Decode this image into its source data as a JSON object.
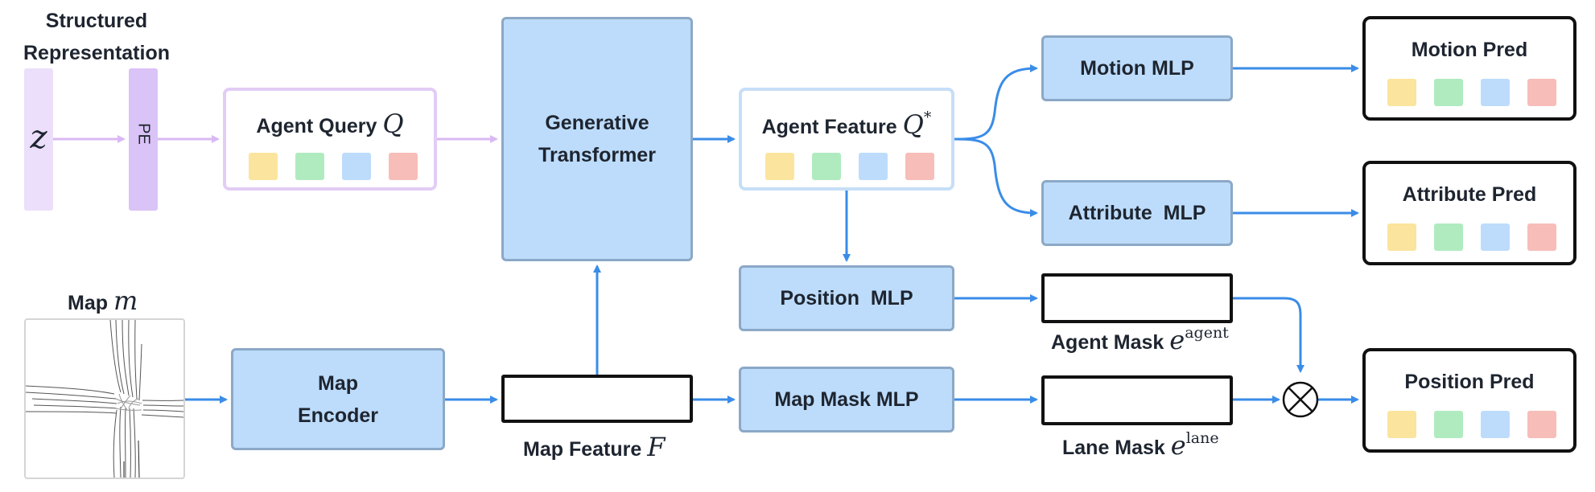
{
  "structured_representation": {
    "title": "Structured\nRepresentation",
    "z": "z",
    "pe": "PE"
  },
  "agent_query": {
    "label": "Agent Query ",
    "symbol": "Q"
  },
  "generative_transformer": {
    "label": "Generative\nTransformer"
  },
  "agent_feature": {
    "label": "Agent Feature ",
    "symbol": "Q",
    "sup": "*"
  },
  "motion_mlp": {
    "label": "Motion MLP"
  },
  "attribute_mlp": {
    "label": "Attribute  MLP"
  },
  "position_mlp": {
    "label": "Position  MLP"
  },
  "map_mask_mlp": {
    "label": "Map Mask MLP"
  },
  "map": {
    "label": "Map ",
    "symbol": "m"
  },
  "map_encoder": {
    "label": "Map\nEncoder"
  },
  "map_feature": {
    "label": "Map Feature ",
    "symbol": "F"
  },
  "agent_mask": {
    "label": "Agent Mask ",
    "symbol": "e",
    "sup": "agent"
  },
  "lane_mask": {
    "label": "Lane Mask ",
    "symbol": "e",
    "sup": "lane"
  },
  "motion_pred": {
    "label": "Motion Pred"
  },
  "attribute_pred": {
    "label": "Attribute Pred"
  },
  "position_pred": {
    "label": "Position Pred"
  },
  "token_colors": [
    "#fbe49d",
    "#b0ebc0",
    "#bddcfb",
    "#f7bdb8"
  ],
  "colors": {
    "arrow_blue": "#3a8ce8",
    "arrow_purple": "#d9b9f3",
    "module_blue": "#bddcfb"
  }
}
